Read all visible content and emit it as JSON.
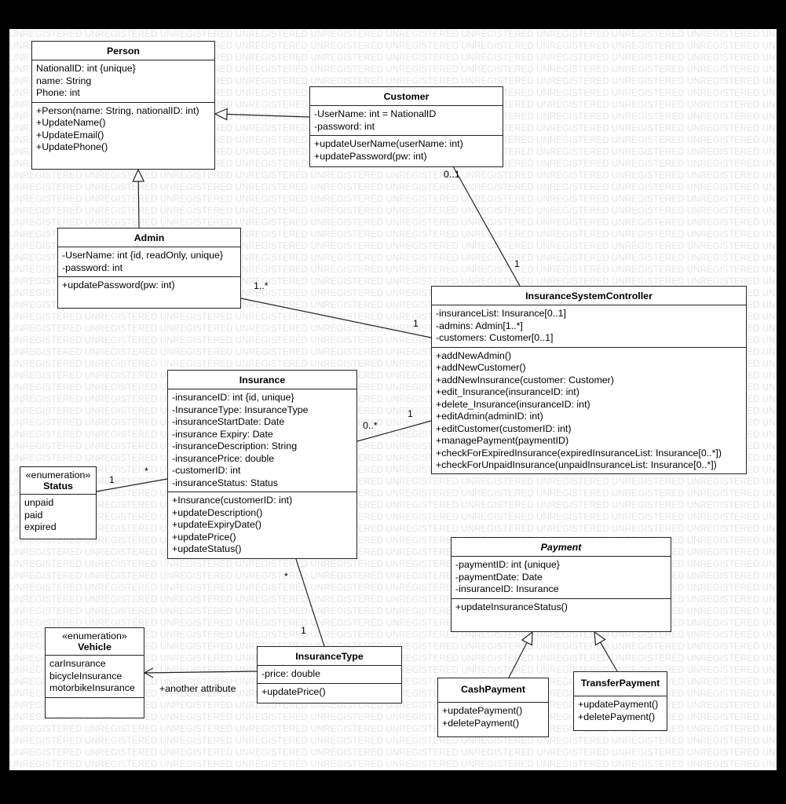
{
  "watermark_text": "UNREGISTERED",
  "classes": {
    "person": {
      "name": "Person",
      "attributes": [
        "NationalID: int {unique}",
        "name: String",
        "Phone: int"
      ],
      "operations": [
        "+Person(name: String, nationalID: int)",
        "+UpdateName()",
        "+UpdateEmail()",
        "+UpdatePhone()"
      ]
    },
    "customer": {
      "name": "Customer",
      "attributes": [
        "-UserName: int = NationalID",
        "-password: int"
      ],
      "operations": [
        "+updateUserName(userName: int)",
        "+updatePassword(pw: int)"
      ]
    },
    "admin": {
      "name": "Admin",
      "attributes": [
        "-UserName: int {id, readOnly, unique}",
        "-password: int"
      ],
      "operations": [
        "+updatePassword(pw: int)"
      ]
    },
    "controller": {
      "name": "InsuranceSystemController",
      "attributes": [
        "-insuranceList: Insurance[0..1]",
        "-admins: Admin[1..*]",
        "-customers: Customer[0..1]"
      ],
      "operations": [
        "+addNewAdmin()",
        "+addNewCustomer()",
        "+addNewInsurance(customer: Customer)",
        "+edit_Insurance(insuranceID: int)",
        "+delete_Insurance(insuranceID: int)",
        "+editAdmin(adminID: int)",
        "+editCustomer(customerID: int)",
        "+managePayment(paymentID)",
        "+checkForExpiredInsurance(expiredInsuranceList: Insurance[0..*])",
        "+checkForUnpaidInsurance(unpaidInsuranceList: Insurance[0..*])"
      ]
    },
    "insurance": {
      "name": "Insurance",
      "attributes": [
        "-insuranceID: int {id, unique}",
        "-InsuranceType: InsuranceType",
        "-insuranceStartDate: Date",
        "-insurance Expiry: Date",
        "-insuranceDescription: String",
        "-insurancePrice: double",
        "-customerID: int",
        "-insuranceStatus: Status"
      ],
      "operations": [
        "+Insurance(customerID: int)",
        "+updateDescription()",
        "+updateExpiryDate()",
        "+updatePrice()",
        "+updateStatus()"
      ]
    },
    "status": {
      "stereotype": "«enumeration»",
      "name": "Status",
      "literals": [
        "unpaid",
        "paid",
        "expired"
      ]
    },
    "payment": {
      "name": "Payment",
      "attributes": [
        "-paymentID: int {unique}",
        "-paymentDate: Date",
        "-insuranceID: Insurance"
      ],
      "operations": [
        "+updateInsuranceStatus()"
      ]
    },
    "vehicle": {
      "stereotype": "«enumeration»",
      "name": "Vehicle",
      "literals": [
        "carInsurance",
        "bicycleInsurance",
        "motorbikeInsurance"
      ]
    },
    "insurance_type": {
      "name": "InsuranceType",
      "attributes": [
        "-price: double"
      ],
      "operations": [
        "+updatePrice()"
      ]
    },
    "cash_payment": {
      "name": "CashPayment",
      "operations": [
        "+updatePayment()",
        "+deletePayment()"
      ]
    },
    "transfer_payment": {
      "name": "TransferPayment",
      "operations": [
        "+updatePayment()",
        "+deletePayment()"
      ]
    }
  },
  "multiplicities": {
    "customer_controller_near_customer": "0..1",
    "customer_controller_near_controller": "1",
    "admin_controller_near_admin": "1..*",
    "admin_controller_near_controller": "1",
    "insurance_controller_near_insurance": "0..*",
    "insurance_controller_near_controller": "1",
    "status_insurance_near_status": "1",
    "status_insurance_near_insurance": "*",
    "insurance_type_near_insurance": "*",
    "insurance_type_near_type": "1"
  },
  "labels": {
    "vehicle_link": "+another attribute"
  }
}
